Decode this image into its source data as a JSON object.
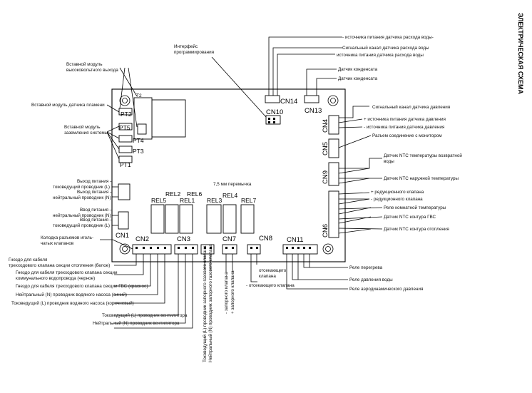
{
  "title": "ЭЛЕКТРИЧЕСКАЯ СХЕМА",
  "connectors": {
    "cn1": "CN1",
    "cn2": "CN2",
    "cn3": "CN3",
    "cn4": "CN4",
    "cn5": "CN5",
    "cn6": "CN6",
    "cn7": "CN7",
    "cn8": "CN8",
    "cn9": "CN9",
    "cn10": "CN10",
    "cn11": "CN11",
    "cn13": "CN13",
    "cn14": "CN14"
  },
  "ports": {
    "pt1": "PT1",
    "pt2": "PT2",
    "pt3": "PT3",
    "pt4": "PT4",
    "pt5": "PT5",
    "t2": "T2"
  },
  "relays": {
    "rel1": "REL1",
    "rel2": "REL2",
    "rel3": "REL3",
    "rel4": "REL4",
    "rel5": "REL5",
    "rel6": "REL6",
    "rel7": "REL7"
  },
  "labels": {
    "interface_1": "Интерфейс",
    "interface_2": "программирования",
    "flow_src_minus": "- источника питания датчика расхода воды-",
    "flow_signal": "Сигнальный канал датчика расхода воды",
    "flow_src": "источника питания датчика расхода воды",
    "condensate_1": "Датчик конденсата",
    "condensate_2": "Датчик конденсата",
    "pressure_signal": "Сигнальный канал датчика давления",
    "pressure_plus": "+ источника питания датчика давления",
    "pressure_minus": "- источника питания датчика давления",
    "monitor": "Разъем соединение с монитором",
    "ntc_return_1": "Датчик NTC температуры возвратной",
    "ntc_return_2": "воды",
    "ntc_outdoor": "Датчик NTC наружной температуры",
    "reducer_plus": "+ редукционного клапана",
    "reducer_minus": "- редукционного клапана",
    "room_temp": "Реле комнатной температуры",
    "ntc_dhw": "Датчик NTC контура ГВС",
    "ntc_heating": "Датчик NTC контура отопления",
    "overheat": "Реле перегрева",
    "water_pressure": "Реле давления воды",
    "aero_pressure": "Реле аэродинамического давления",
    "hv_module_1": "Вставной модуль",
    "hv_module_2": "высоковольтного выхода",
    "flame_module": "Вставной модуль датчика пламени",
    "ground_module_1": "Вставной модуль",
    "ground_module_2": "заземления системы",
    "out_live_1": "Выход питания –",
    "out_live_2": "токоведущий проводник (L)",
    "out_neutral_1": "Выход питания –",
    "out_neutral_2": "нейтральный проводник (N)",
    "in_neutral_1": "Ввод питания –",
    "in_neutral_2": "нейтральный проводник (N)",
    "in_live_1": "Ввод питания –",
    "in_live_2": "токоведущий проводник (L)",
    "pin_block_1": "Колодка разъемов иголь-",
    "pin_block_2": "чатых клапанов",
    "jumper": "7,5 мм перемычка",
    "cable_heating_1": "Гнездо для кабеля",
    "cable_heating_2": "трехходового клапана секции отопления (белое)",
    "cable_communal_1": "Гнездо для кабеля трехходового клапана секции",
    "cable_communal_2": "коммунального водопровода (черное)",
    "cable_dhw": "Гнездо для кабеля трехходового клапана секции ГВС (красное)",
    "pump_neutral": "Нейтральный (N) проводник водяного насоса (синий)",
    "pump_live": "Токоведущий (L) проводник водяного насоса (коричневый)",
    "fan_live": "Токоведущий (L) проводник вентилятора",
    "fan_neutral": "Нейтральный (N) проводник вентилятора",
    "gas_valve_live": "Токоведущий (L) проводник запорного газового клапана",
    "gas_valve_neutral": "Нейтральный (N) проводник запорного газового клапана",
    "cn7_minus": "- запорного клапана",
    "cn7_plus": "+ запорного клапана",
    "shutoff_1": "отсекающего",
    "shutoff_2": "клапана",
    "shutoff_minus": "- отсекающего клапана"
  }
}
